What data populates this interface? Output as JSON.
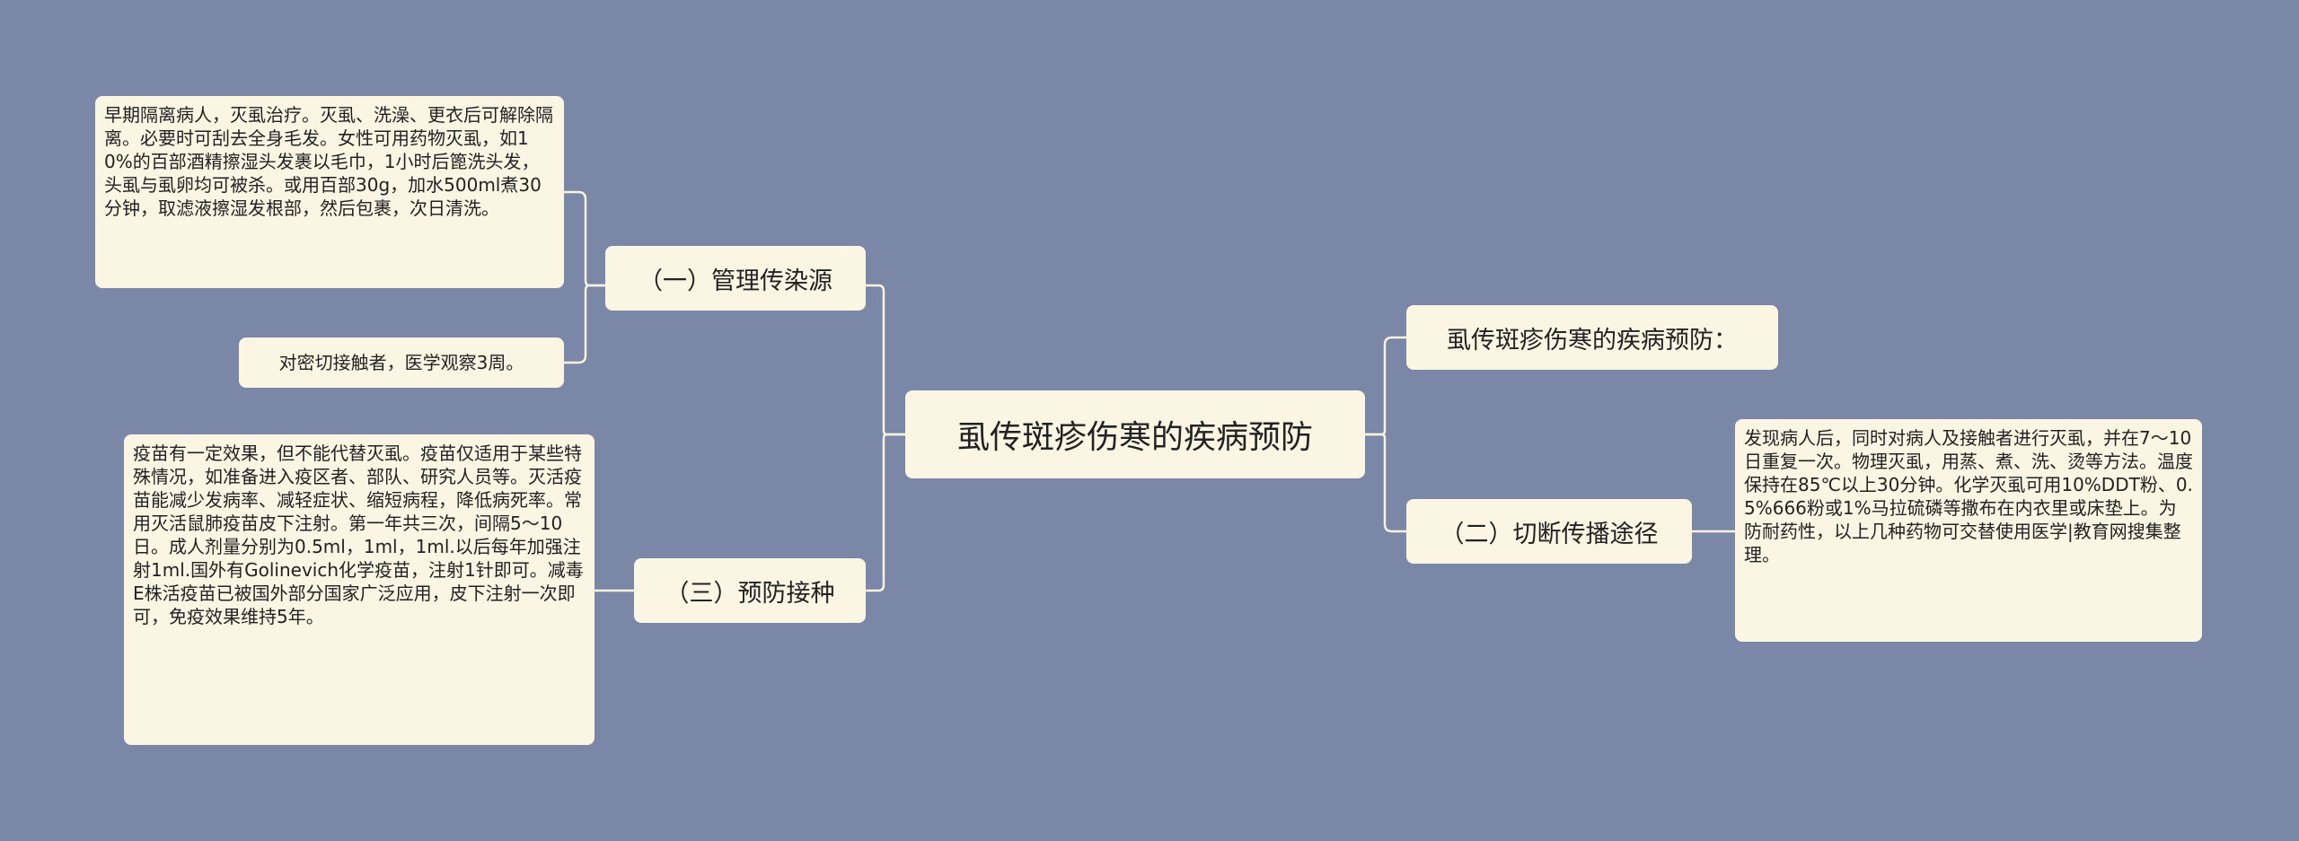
{
  "root": {
    "label": "虱传斑疹伤寒的疾病预防"
  },
  "branches": {
    "b1": {
      "label": "（一）管理传染源",
      "notes": [
        "早期隔离病人，灭虱治疗。灭虱、洗澡、更衣后可解除隔离。必要时可刮去全身毛发。女性可用药物灭虱，如10%的百部酒精擦湿头发裹以毛巾，1小时后篦洗头发，头虱与虱卵均可被杀。或用百部30g，加水500ml煮30分钟，取滤液擦湿发根部，然后包裹，次日清洗。",
        "对密切接触者，医学观察3周。"
      ]
    },
    "b3": {
      "label": "（三）预防接种",
      "notes": [
        "疫苗有一定效果，但不能代替灭虱。疫苗仅适用于某些特殊情况，如准备进入疫区者、部队、研究人员等。灭活疫苗能减少发病率、减轻症状、缩短病程，降低病死率。常用灭活鼠肺疫苗皮下注射。第一年共三次，间隔5～10日。成人剂量分别为0.5ml，1ml，1ml.以后每年加强注射1ml.国外有Golinevich化学疫苗，注射1针即可。减毒E株活疫苗已被国外部分国家广泛应用，皮下注射一次即可，免疫效果维持5年。"
      ]
    },
    "intro": {
      "label": "虱传斑疹伤寒的疾病预防："
    },
    "b2": {
      "label": "（二）切断传播途径",
      "notes": [
        "发现病人后，同时对病人及接触者进行灭虱，并在7～10日重复一次。物理灭虱，用蒸、煮、洗、烫等方法。温度保持在85℃以上30分钟。化学灭虱可用10%DDT粉、0.5%666粉或1%马拉硫磷等撒布在内衣里或床垫上。为防耐药性，以上几种药物可交替使用医学|教育网搜集整理。"
      ]
    }
  },
  "colors": {
    "background": "#7b87a6",
    "node_fill": "#faf6e3",
    "connector": "#f6f2dd",
    "text": "#222222"
  }
}
